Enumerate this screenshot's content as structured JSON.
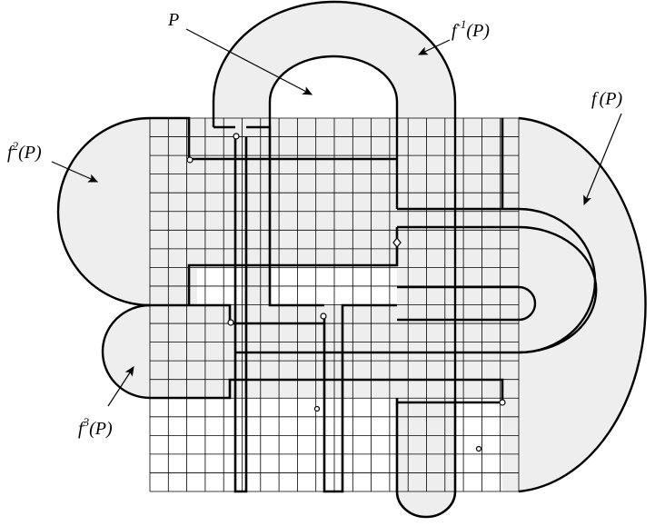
{
  "labels": {
    "p": "P",
    "f_inverse": {
      "base": "f",
      "exponent": "-1",
      "arg": "(P)"
    },
    "f": {
      "base": "f",
      "arg": "(P)"
    },
    "f2": {
      "base": "f",
      "exponent": "2",
      "arg": "(P)"
    },
    "f3": {
      "base": "f",
      "exponent": "3",
      "arg": "(P)"
    }
  },
  "colors": {
    "region_fill": "#eeeeee",
    "line": "#000000",
    "background": "#ffffff"
  }
}
